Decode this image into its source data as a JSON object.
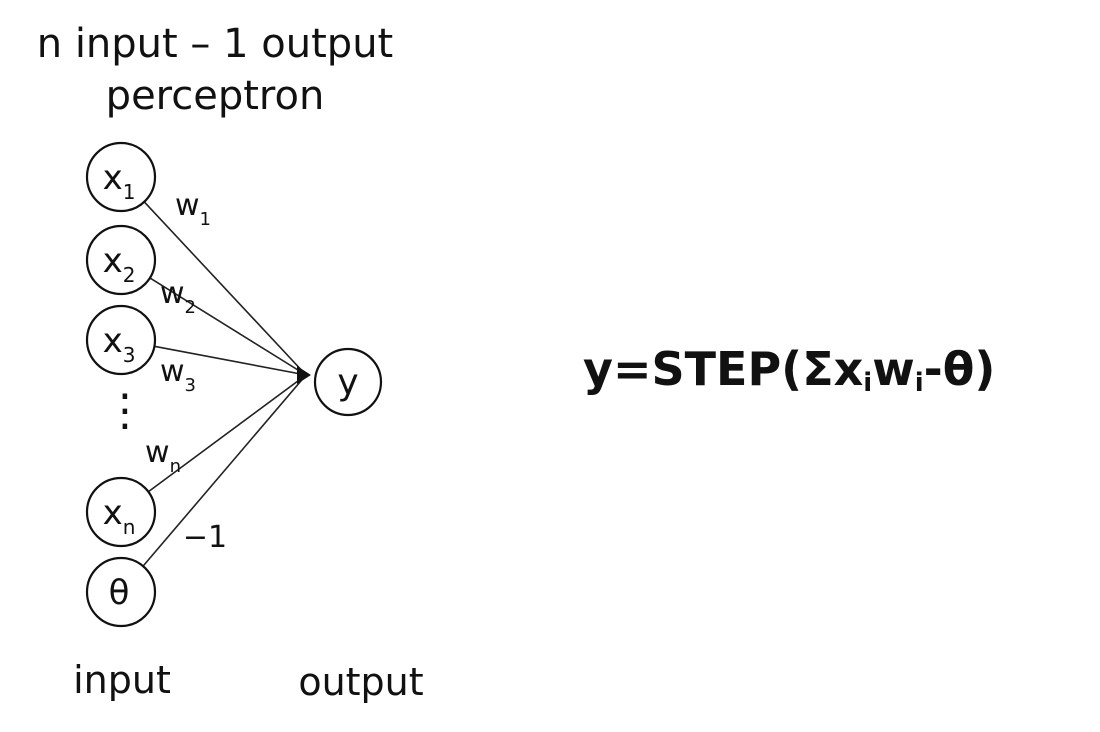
{
  "title": {
    "line1": "n input – 1 output",
    "line2": "perceptron"
  },
  "inputs": [
    {
      "id": "x1",
      "base": "x",
      "sub": "1",
      "weight_base": "w",
      "weight_sub": "1"
    },
    {
      "id": "x2",
      "base": "x",
      "sub": "2",
      "weight_base": "w",
      "weight_sub": "2"
    },
    {
      "id": "x3",
      "base": "x",
      "sub": "3",
      "weight_base": "w",
      "weight_sub": "3"
    },
    {
      "id": "xn",
      "base": "x",
      "sub": "n",
      "weight_base": "w",
      "weight_sub": "n"
    },
    {
      "id": "theta",
      "base": "θ",
      "sub": "",
      "weight_base": "−1",
      "weight_sub": ""
    }
  ],
  "output": {
    "label": "y"
  },
  "ellipsis": "⋮",
  "labels": {
    "input": "input",
    "output": "output"
  },
  "formula": {
    "lhs": "y=STEP(Σx",
    "sub1": "i",
    "mid": "w",
    "sub2": "i",
    "rhs": "-θ)"
  }
}
